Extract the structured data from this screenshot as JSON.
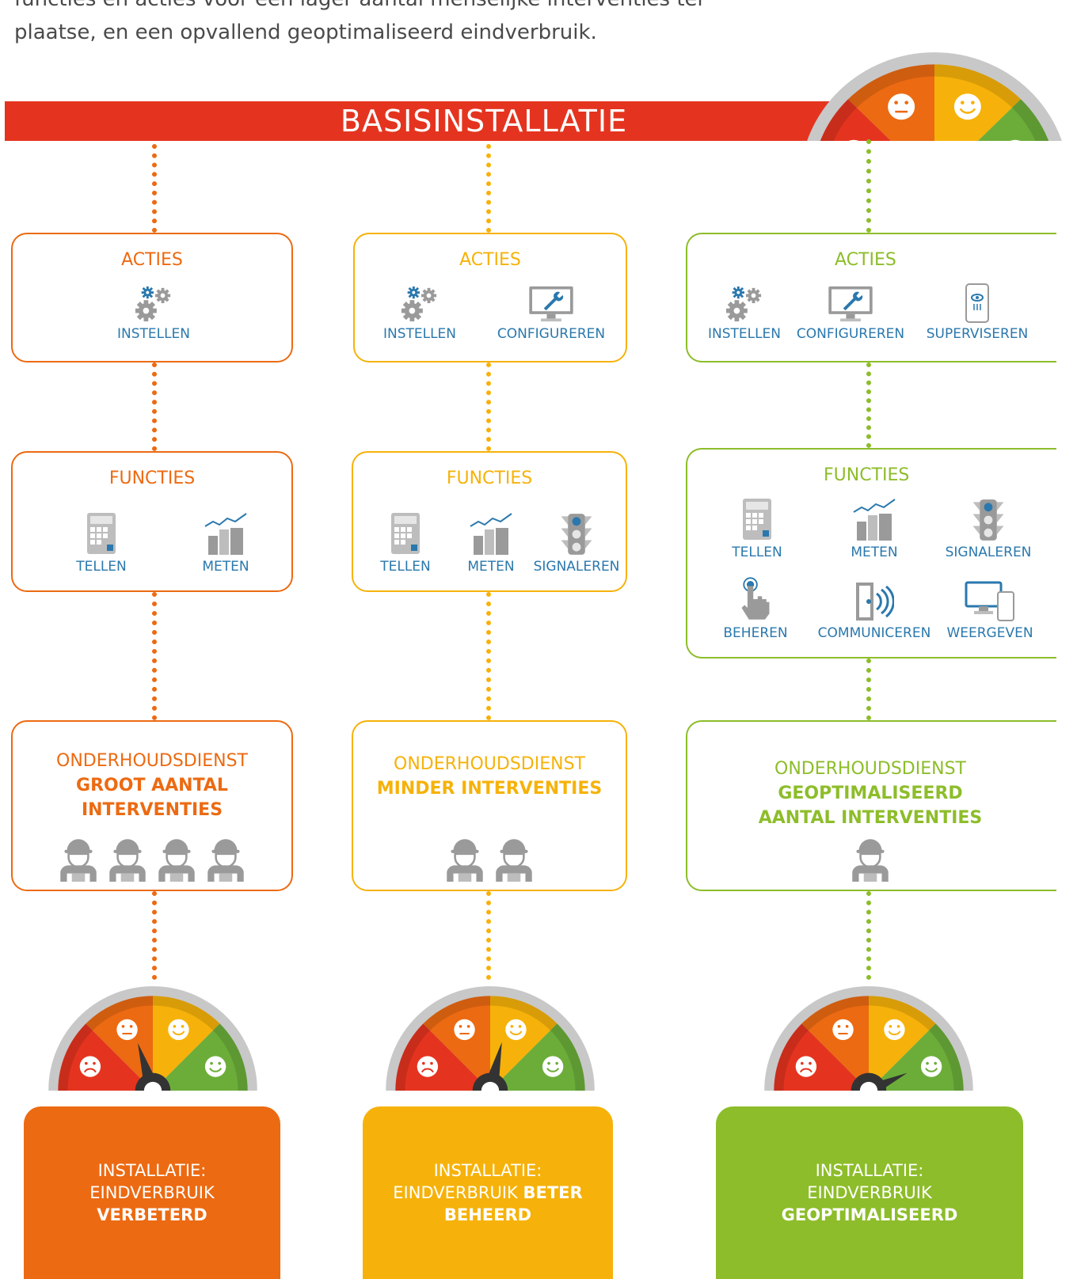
{
  "intro": {
    "line1": "functies en acties voor een lager aantal menselijke interventies ter",
    "line2": "plaatse, en een opvallend geoptimaliseerd eindverbruik."
  },
  "banner": {
    "label": "BASISINSTALLATIE"
  },
  "colors": {
    "red": "#e4341f",
    "orange": "#ec6a12",
    "yellow": "#f6b20a",
    "green": "#8dbd2a",
    "blue": "#2a78ad",
    "grey": "#9a9a9a"
  },
  "columns": [
    {
      "acties": {
        "title": "ACTIES",
        "items": [
          {
            "label": "INSTELLEN",
            "icon": "gears-icon"
          }
        ]
      },
      "functies": {
        "title": "FUNCTIES",
        "items": [
          {
            "label": "TELLEN",
            "icon": "calculator-icon"
          },
          {
            "label": "METEN",
            "icon": "chart-icon"
          }
        ]
      },
      "maintenance": {
        "title": "ONDERHOUDSDIENST",
        "line1": "GROOT AANTAL",
        "line2": "INTERVENTIES",
        "workers": 4
      },
      "gauge_level": "low",
      "result": {
        "line1": "INSTALLATIE:",
        "line2": "EINDVERBRUIK",
        "line2_bold": "",
        "line3": "VERBETERD"
      }
    },
    {
      "acties": {
        "title": "ACTIES",
        "items": [
          {
            "label": "INSTELLEN",
            "icon": "gears-icon"
          },
          {
            "label": "CONFIGUREREN",
            "icon": "monitor-wrench-icon"
          }
        ]
      },
      "functies": {
        "title": "FUNCTIES",
        "items": [
          {
            "label": "TELLEN",
            "icon": "calculator-icon"
          },
          {
            "label": "METEN",
            "icon": "chart-icon"
          },
          {
            "label": "SIGNALEREN",
            "icon": "traffic-light-icon"
          }
        ]
      },
      "maintenance": {
        "title": "ONDERHOUDSDIENST",
        "line1": "MINDER INTERVENTIES",
        "line2": "",
        "workers": 2
      },
      "gauge_level": "medium",
      "result": {
        "line1": "INSTALLATIE:",
        "line2": "EINDVERBRUIK",
        "line2_bold": "BETER",
        "line3": "BEHEERD"
      }
    },
    {
      "acties": {
        "title": "ACTIES",
        "items": [
          {
            "label": "INSTELLEN",
            "icon": "gears-icon"
          },
          {
            "label": "CONFIGUREREN",
            "icon": "monitor-wrench-icon"
          },
          {
            "label": "SUPERVISEREN",
            "icon": "tablet-eye-icon"
          }
        ]
      },
      "functies": {
        "title": "FUNCTIES",
        "items": [
          {
            "label": "TELLEN",
            "icon": "calculator-icon"
          },
          {
            "label": "METEN",
            "icon": "chart-icon"
          },
          {
            "label": "SIGNALEREN",
            "icon": "traffic-light-icon"
          },
          {
            "label": "BEHEREN",
            "icon": "hand-press-icon"
          },
          {
            "label": "COMMUNICEREN",
            "icon": "signal-icon"
          },
          {
            "label": "WEERGEVEN",
            "icon": "screens-icon"
          }
        ]
      },
      "maintenance": {
        "title": "ONDERHOUDSDIENST",
        "line1": "GEOPTIMALISEERD",
        "line2": "AANTAL INTERVENTIES",
        "workers": 1
      },
      "gauge_level": "high",
      "result": {
        "line1": "INSTALLATIE:",
        "line2": "EINDVERBRUIK",
        "line2_bold": "",
        "line3": "GEOPTIMALISEERD"
      }
    }
  ]
}
